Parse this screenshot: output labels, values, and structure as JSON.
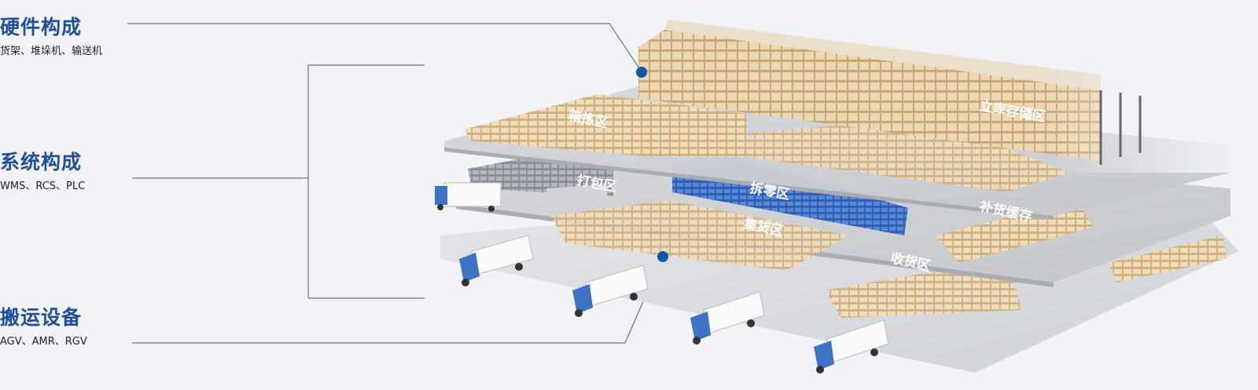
{
  "categories": [
    {
      "title": "硬件构成",
      "subtitle": "货架、堆垛机、输送机"
    },
    {
      "title": "系统构成",
      "subtitle": "WMS、RCS、PLC"
    },
    {
      "title": "搬运设备",
      "subtitle": "AGV、AMR、RGV"
    }
  ],
  "zones": {
    "picking": "箱拣区",
    "storage": "立库存储区",
    "packing": "打包区",
    "splitting": "拆零区",
    "replenish": "补货缓存",
    "consolidation": "集货区",
    "receiving": "收货区"
  },
  "colors": {
    "title": "#1f4e9b",
    "marker": "#0e56a8",
    "leader": "#555555",
    "floor": "#d9dbdf",
    "box": "#e8d3ad",
    "blue_rack": "#3d6fc4",
    "truck_cab": "#3d72c4"
  }
}
